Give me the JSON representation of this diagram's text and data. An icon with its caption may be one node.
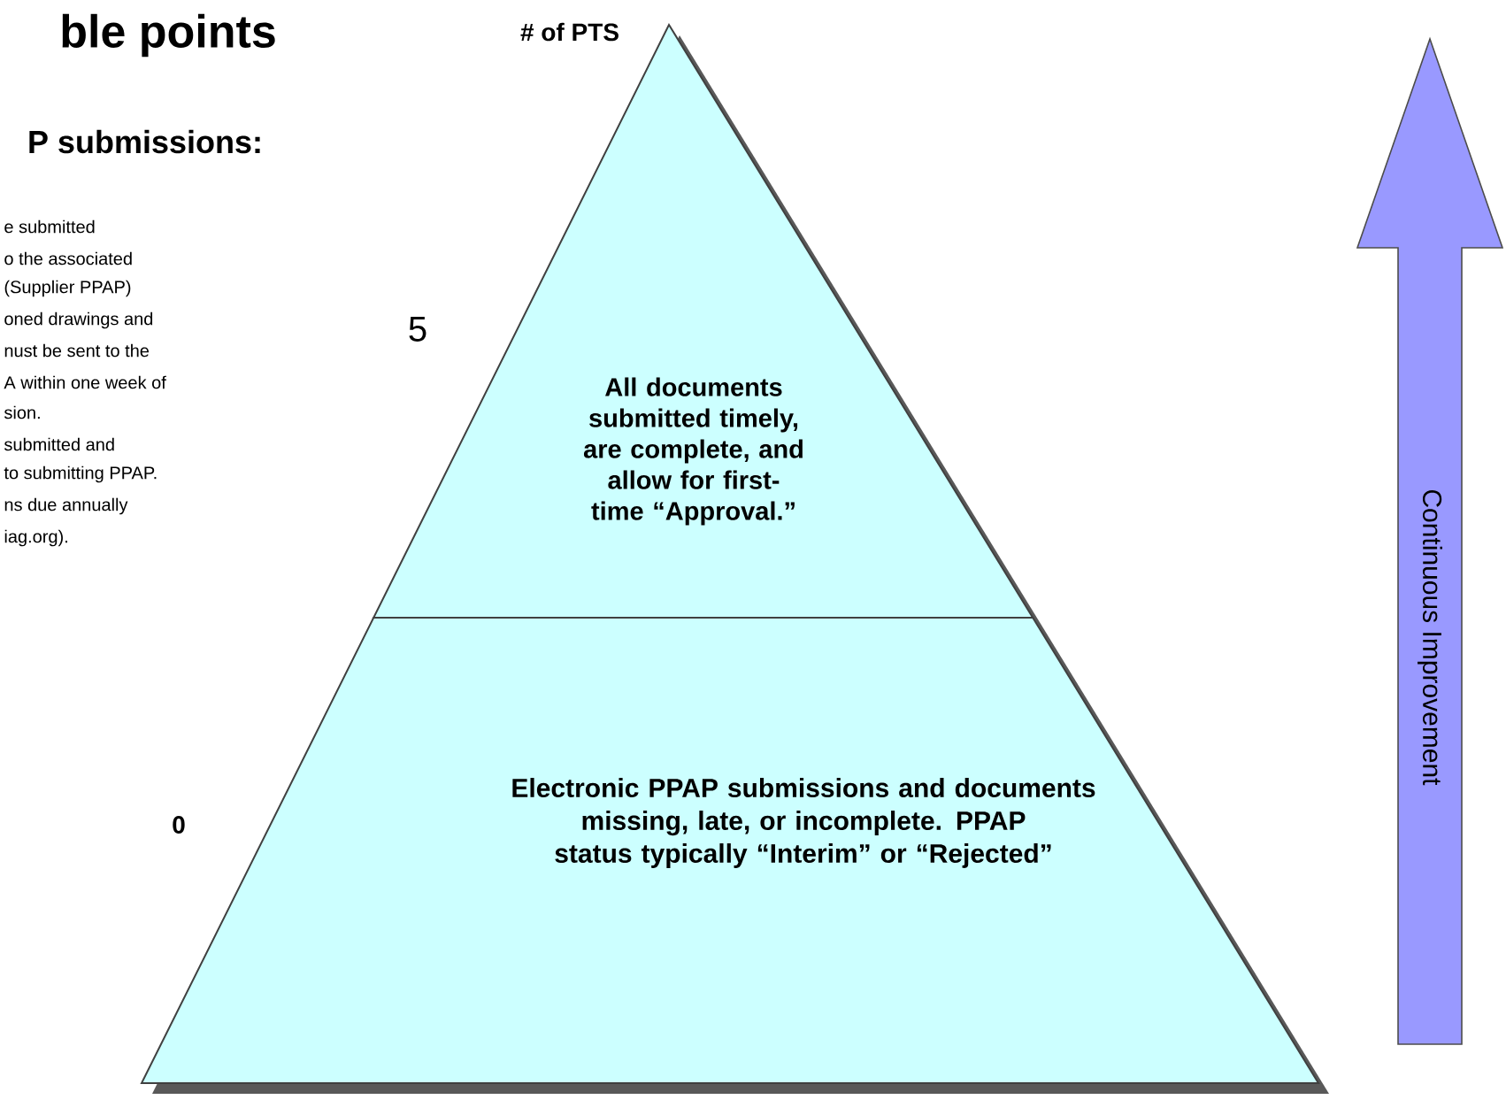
{
  "diagram": {
    "nodes": [
      {
        "text": [
          "All documents submitted timely, are complete, and allow for first-time “Approval.”"
        ]
      },
      {
        "text": [
          "Electronic PPAP submissions and documents missing, late, or incomplete. PPAP status typically “Interim” or “Rejected”"
        ]
      },
      {
        "text": [
          "Continuous Improvement"
        ]
      }
    ],
    "labels": [
      "ble points",
      "# of PTS",
      "P submissions:",
      "e submitted",
      "o the associated",
      "(Supplier PPAP)",
      "oned drawings and",
      "nust be sent to the",
      "A within one week of",
      "sion.",
      "submitted and",
      "to submitting PPAP.",
      "ns due annually",
      "iag.org).",
      "5",
      "0"
    ]
  }
}
